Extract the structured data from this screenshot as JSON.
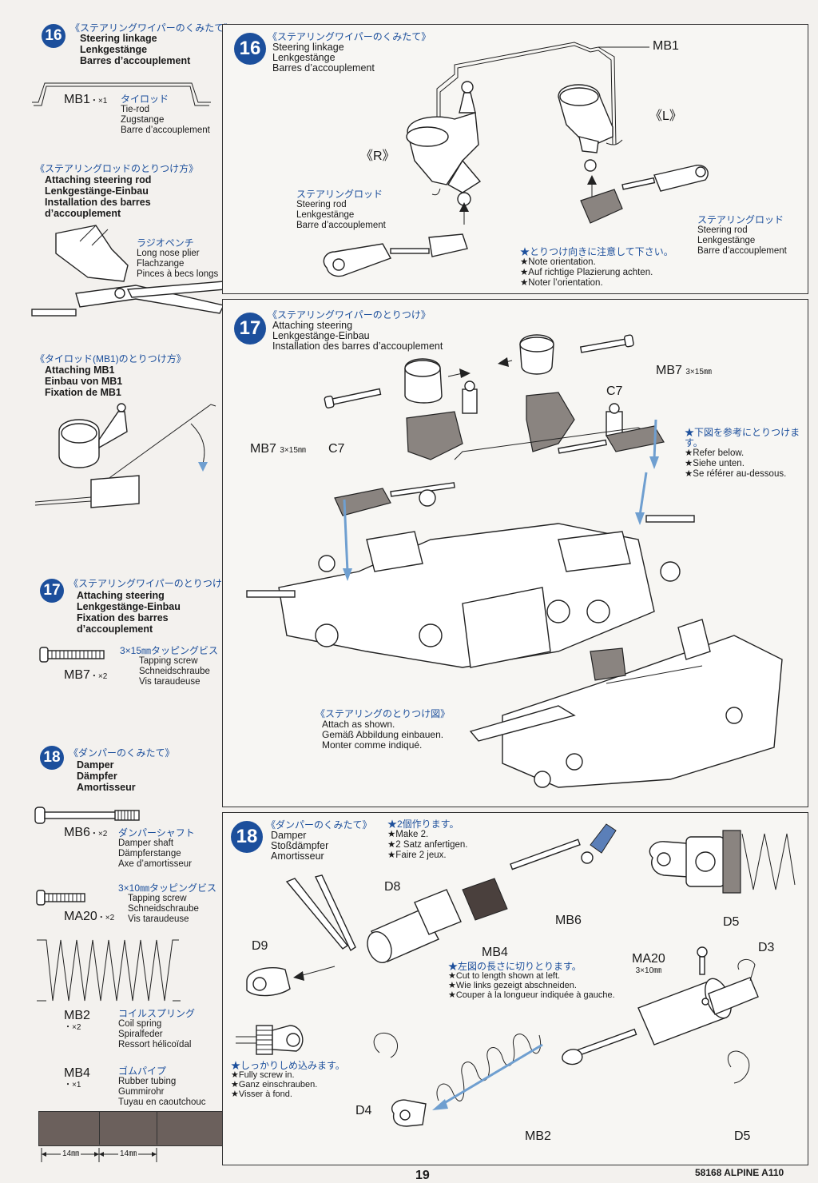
{
  "left": {
    "s16": {
      "num": "16",
      "jp": "《ステアリングワイパーのくみたて》",
      "en": "Steering linkage",
      "de": "Lenkgestänge",
      "fr": "Barres d’accouplement"
    },
    "mb1": {
      "code": "MB1",
      "qty": "・×1",
      "jp": "タイロッド",
      "en": "Tie-rod",
      "de": "Zugstange",
      "fr": "Barre d’accouplement"
    },
    "attach_rod": {
      "jp": "《ステアリングロッドのとりつけ方》",
      "en": "Attaching steering rod",
      "de": "Lenkgestänge-Einbau",
      "fr": "Installation des barres",
      "fr2": "d’accouplement"
    },
    "plier": {
      "jp": "ラジオペンチ",
      "en": "Long nose plier",
      "de": "Flachzange",
      "fr": "Pinces à becs longs"
    },
    "attach_mb1": {
      "jp": "《タイロッド(MB1)のとりつけ方》",
      "en": "Attaching MB1",
      "de": "Einbau von MB1",
      "fr": "Fixation de MB1"
    },
    "s17": {
      "num": "17",
      "jp": "《ステアリングワイパーのとりつけ》",
      "en": "Attaching steering",
      "de": "Lenkgestänge-Einbau",
      "fr": "Fixation des barres",
      "fr2": "d’accouplement"
    },
    "mb7": {
      "code": "MB7",
      "qty": "・×2",
      "jp": "3×15㎜タッピングビス",
      "en": "Tapping screw",
      "de": "Schneidschraube",
      "fr": "Vis taraudeuse"
    },
    "s18": {
      "num": "18",
      "jp": "《ダンパーのくみたて》",
      "en": "Damper",
      "de": "Dämpfer",
      "fr": "Amortisseur"
    },
    "mb6": {
      "code": "MB6",
      "qty": "・×2",
      "jp": "ダンパーシャフト",
      "en": "Damper shaft",
      "de": "Dämpferstange",
      "fr": "Axe d’amortisseur"
    },
    "ma20": {
      "code": "MA20",
      "qty": "・×2",
      "jp": "3×10㎜タッピングビス",
      "en": "Tapping screw",
      "de": "Schneidschraube",
      "fr": "Vis taraudeuse"
    },
    "mb2": {
      "code": "MB2",
      "qty": "・×2",
      "jp": "コイルスプリング",
      "en": "Coil spring",
      "de": "Spiralfeder",
      "fr": "Ressort hélicoïdal"
    },
    "mb4": {
      "code": "MB4",
      "qty": "・×1",
      "jp": "ゴムパイプ",
      "en": "Rubber tubing",
      "de": "Gummirohr",
      "fr": "Tuyau en caoutchouc"
    },
    "dim1": "14㎜",
    "dim2": "14㎜"
  },
  "p16": {
    "num": "16",
    "jp": "《ステアリングワイパーのくみたて》",
    "en": "Steering linkage",
    "de": "Lenkgestänge",
    "fr": "Barres d’accouplement",
    "mb1": "MB1",
    "L": "《L》",
    "R": "《R》",
    "rod_left": {
      "jp": "ステアリングロッド",
      "en": "Steering rod",
      "de": "Lenkgestänge",
      "fr": "Barre d’accouplement"
    },
    "rod_right": {
      "jp": "ステアリングロッド",
      "en": "Steering rod",
      "de": "Lenkgestänge",
      "fr": "Barre d’accouplement"
    },
    "note": {
      "jp": "★とりつけ向きに注意して下さい。",
      "en": "★Note orientation.",
      "de": "★Auf richtige Plazierung achten.",
      "fr": "★Noter l’orientation."
    }
  },
  "p17": {
    "num": "17",
    "jp": "《ステアリングワイパーのとりつけ》",
    "en": "Attaching steering",
    "de": "Lenkgestänge-Einbau",
    "fr": "Installation des barres d’accouplement",
    "mb7_right": "MB7",
    "mb7_right_size": "3×15㎜",
    "c7_right": "C7",
    "mb7_left": "MB7",
    "mb7_left_size": "3×15㎜",
    "c7_left": "C7",
    "refer": {
      "jp": "★下図を参考にとりつけます。",
      "en": "★Refer below.",
      "de": "★Siehe unten.",
      "fr": "★Se référer au-dessous."
    },
    "shown": {
      "jp": "《ステアリングのとりつけ図》",
      "en": "Attach as shown.",
      "de": "Gemäß Abbildung einbauen.",
      "fr": "Monter comme indiqué."
    }
  },
  "p18": {
    "num": "18",
    "jp": "《ダンパーのくみたて》",
    "en": "Damper",
    "de": "Stoßdämpfer",
    "fr": "Amortisseur",
    "make": {
      "jp": "★2個作ります。",
      "en": "★Make 2.",
      "de": "★2 Satz anfertigen.",
      "fr": "★Faire 2 jeux."
    },
    "labels": {
      "d8": "D8",
      "d9": "D9",
      "mb4": "MB4",
      "mb6": "MB6",
      "d5_top": "D5",
      "ma20": "MA20",
      "ma20_size": "3×10㎜",
      "d3": "D3",
      "d4": "D4",
      "mb2": "MB2",
      "d5_bottom": "D5"
    },
    "cut": {
      "jp": "★左図の長さに切りとります。",
      "en": "★Cut to length shown at left.",
      "de": "★Wie links gezeigt abschneiden.",
      "fr": "★Couper à la longueur indiquée à gauche."
    },
    "screw": {
      "jp": "★しっかりしめ込みます。",
      "en": "★Fully screw in.",
      "de": "★Ganz einschrauben.",
      "fr": "★Visser à fond."
    }
  },
  "footer": {
    "page": "19",
    "model": "58168 ALPINE A110"
  }
}
